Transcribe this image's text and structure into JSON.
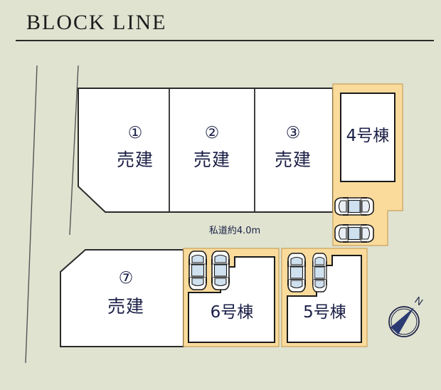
{
  "header": {
    "title": "BLOCK LINE"
  },
  "map": {
    "colors": {
      "background": "#dfe3d0",
      "plot_fill": "#ffffff",
      "parcel_fill": "#fadb9c",
      "outline": "#2b2b2b",
      "text": "#1b1f46",
      "compass_needle": "#2b3a72"
    },
    "road_label": {
      "prefix": "私道約",
      "value": "4.0",
      "unit": "m",
      "full": "私道約4.0m"
    },
    "compass": {
      "label": "N"
    },
    "top_row_lots": [
      {
        "id": "lot-1",
        "number": "①",
        "kind": "売建"
      },
      {
        "id": "lot-2",
        "number": "②",
        "kind": "売建"
      },
      {
        "id": "lot-3",
        "number": "③",
        "kind": "売建"
      }
    ],
    "bottom_row_lots": [
      {
        "id": "lot-7",
        "number": "⑦",
        "kind": "売建"
      }
    ],
    "buildings": [
      {
        "id": "building-4",
        "label": "4号棟",
        "cars": 2
      },
      {
        "id": "building-6",
        "label": "6号棟",
        "cars": 2
      },
      {
        "id": "building-5",
        "label": "5号棟",
        "cars": 2
      }
    ]
  }
}
